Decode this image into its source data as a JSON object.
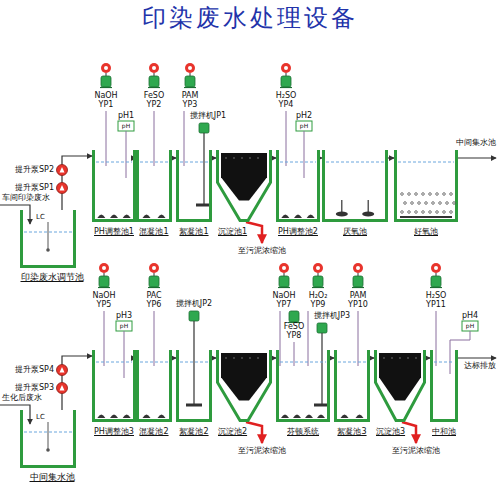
{
  "diagram": {
    "title": "印染废水处理设备",
    "nodes": [
      {
        "text": [
          "印染废水调节池"
        ]
      },
      {
        "text": [
          "PH调整池1"
        ]
      },
      {
        "text": [
          "混凝池1"
        ]
      },
      {
        "text": [
          "絮凝池1"
        ]
      },
      {
        "text": [
          "沉淀池1"
        ]
      },
      {
        "text": [
          "PH调整池2"
        ]
      },
      {
        "text": [
          "厌氧池"
        ]
      },
      {
        "text": [
          "好氧池"
        ]
      },
      {
        "text": [
          "中间集水池"
        ]
      },
      {
        "text": [
          "PH调整池3"
        ]
      },
      {
        "text": [
          "混凝池2"
        ]
      },
      {
        "text": [
          "絮凝池2"
        ]
      },
      {
        "text": [
          "沉淀池2"
        ]
      },
      {
        "text": [
          "芬顿系统"
        ]
      },
      {
        "text": [
          "絮凝池3"
        ]
      },
      {
        "text": [
          "沉淀池3"
        ]
      },
      {
        "text": [
          "中和池"
        ]
      }
    ],
    "edges": [
      {
        "from": 0,
        "to": 1,
        "arrow": "to"
      },
      {
        "from": 1,
        "to": 2,
        "arrow": "to"
      },
      {
        "from": 2,
        "to": 3,
        "arrow": "to"
      },
      {
        "from": 3,
        "to": 4,
        "arrow": "to"
      },
      {
        "from": 4,
        "to": 5,
        "arrow": "to"
      },
      {
        "from": 5,
        "to": 6,
        "arrow": "to"
      },
      {
        "from": 6,
        "to": 7,
        "arrow": "to"
      },
      {
        "from": 8,
        "to": 9,
        "arrow": "to"
      },
      {
        "from": 9,
        "to": 10,
        "arrow": "to"
      },
      {
        "from": 10,
        "to": 11,
        "arrow": "to"
      },
      {
        "from": 11,
        "to": 12,
        "arrow": "to"
      },
      {
        "from": 12,
        "to": 13,
        "arrow": "to"
      },
      {
        "from": 13,
        "to": 14,
        "arrow": "to"
      },
      {
        "from": 14,
        "to": 15,
        "arrow": "to"
      },
      {
        "from": 15,
        "to": 16,
        "arrow": "to"
      }
    ],
    "labels": [
      "车间印染废水",
      "LC",
      "提升泵SP2",
      "提升泵SP1",
      "NaOH",
      "YP1",
      "pH1",
      "pH",
      "FeSO",
      "YP2",
      "PAM",
      "YP3",
      "搅拌机JP1",
      "H₂SO",
      "YP4",
      "pH2",
      "pH",
      "至污泥浓缩池",
      "中间集水池",
      "生化后废水",
      "LC",
      "提升泵SP4",
      "提升泵SP3",
      "NaOH",
      "YP5",
      "pH3",
      "pH",
      "PAC",
      "YP6",
      "搅拌机JP2",
      "NaOH",
      "YP7",
      "FeSO",
      "YP8",
      "H₂O₂",
      "YP9",
      "搅拌机JP3",
      "PAM",
      "YP10",
      "至污泥浓缩池",
      "至污泥浓缩池",
      "H₂SO",
      "YP11",
      "pH4",
      "pH",
      "达标排放"
    ]
  }
}
